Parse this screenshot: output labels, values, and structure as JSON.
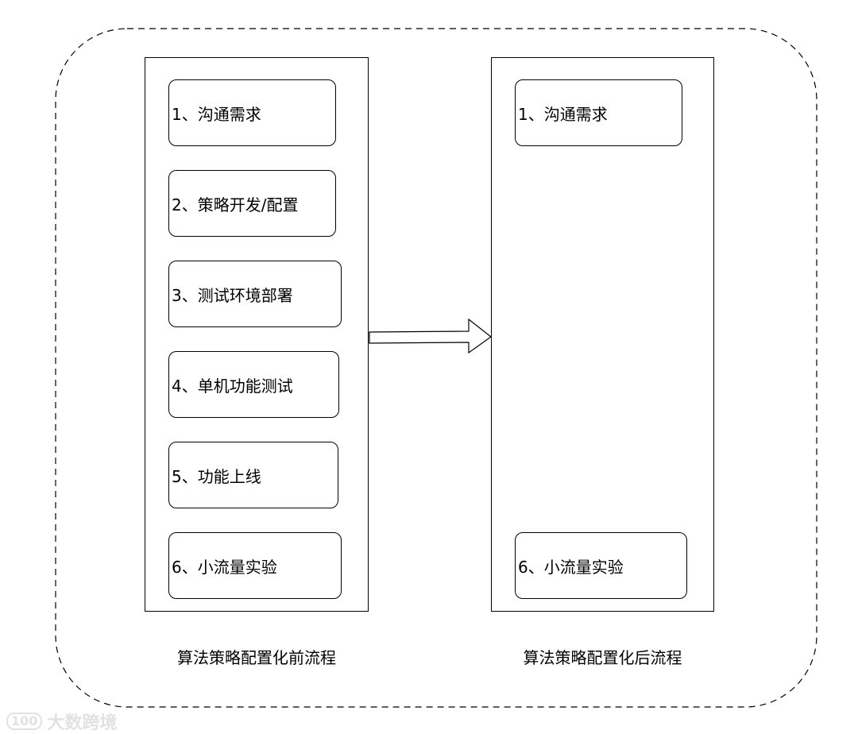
{
  "before_flow": {
    "caption": "算法策略配置化前流程",
    "steps": [
      "1、沟通需求",
      "2、策略开发/配置",
      "3、测试环境部署",
      "4、单机功能测试",
      "5、功能上线",
      "6、小流量实验"
    ]
  },
  "after_flow": {
    "caption": "算法策略配置化后流程",
    "steps": [
      "1、沟通需求",
      "6、小流量实验"
    ]
  },
  "watermark": {
    "logo": "100",
    "text": "大数跨境"
  }
}
